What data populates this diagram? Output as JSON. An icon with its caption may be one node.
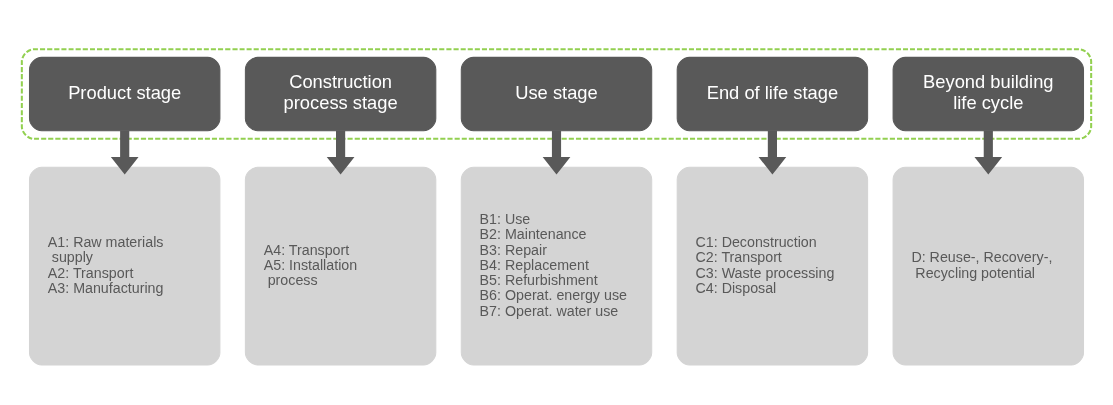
{
  "diagram": {
    "nodes": [
      {
        "text": [],
        "shape": "box"
      },
      {
        "text": [
          "Product stage"
        ],
        "in": 0
      },
      {
        "text": [
          "Construction process stage"
        ],
        "in": 0
      },
      {
        "text": [
          "Use stage"
        ],
        "in": 0
      },
      {
        "text": [
          "End of life stage"
        ],
        "in": 0
      },
      {
        "text": [
          "Beyond building life cycle"
        ],
        "in": 0
      },
      {
        "text": [
          "A1: Raw materials supply",
          "A2: Transport",
          "A3: Manufacturing"
        ]
      },
      {
        "text": [
          "A4: Transport",
          "A5: Installation process"
        ]
      },
      {
        "text": [
          "B1: Use",
          "B2: Maintenance",
          "B3: Repair",
          "B4: Replacement",
          "B5: Refurbishment",
          "B6: Operat. energy use",
          "B7: Operat. water use"
        ]
      },
      {
        "text": [
          "C1: Deconstruction",
          "C2: Transport",
          "C3: Waste processing",
          "C4: Disposal"
        ]
      },
      {
        "text": [
          "D: Reuse-, Recovery-, Recycling potential"
        ]
      }
    ],
    "edges": [
      {
        "from": 1,
        "to": 6,
        "arrow": "to"
      },
      {
        "from": 2,
        "to": 7,
        "arrow": "to"
      },
      {
        "from": 3,
        "to": 8,
        "arrow": "to"
      },
      {
        "from": 4,
        "to": 9,
        "arrow": "to"
      },
      {
        "from": 5,
        "to": 10,
        "arrow": "to"
      }
    ]
  }
}
